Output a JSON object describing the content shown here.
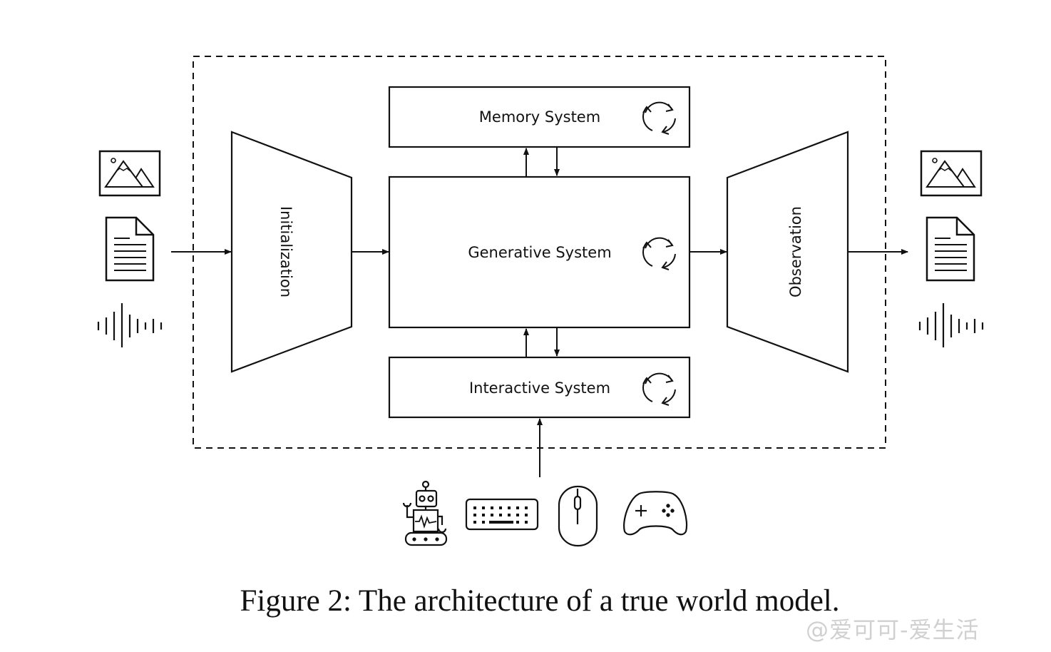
{
  "diagram": {
    "boxes": {
      "memory": "Memory System",
      "generative": "Generative System",
      "interactive": "Interactive System"
    },
    "trapezoids": {
      "initialization": "Initialization",
      "observation": "Observation"
    },
    "inputs": [
      "image-icon",
      "document-icon",
      "audio-waveform-icon"
    ],
    "outputs": [
      "image-icon",
      "document-icon",
      "audio-waveform-icon"
    ],
    "interaction_devices": [
      "robot-icon",
      "keyboard-icon",
      "mouse-icon",
      "gamepad-icon"
    ],
    "cycle_icon": "refresh-cycle-icon"
  },
  "caption": "Figure 2: The architecture of a true world model.",
  "watermark": "@爱可可-爱生活"
}
